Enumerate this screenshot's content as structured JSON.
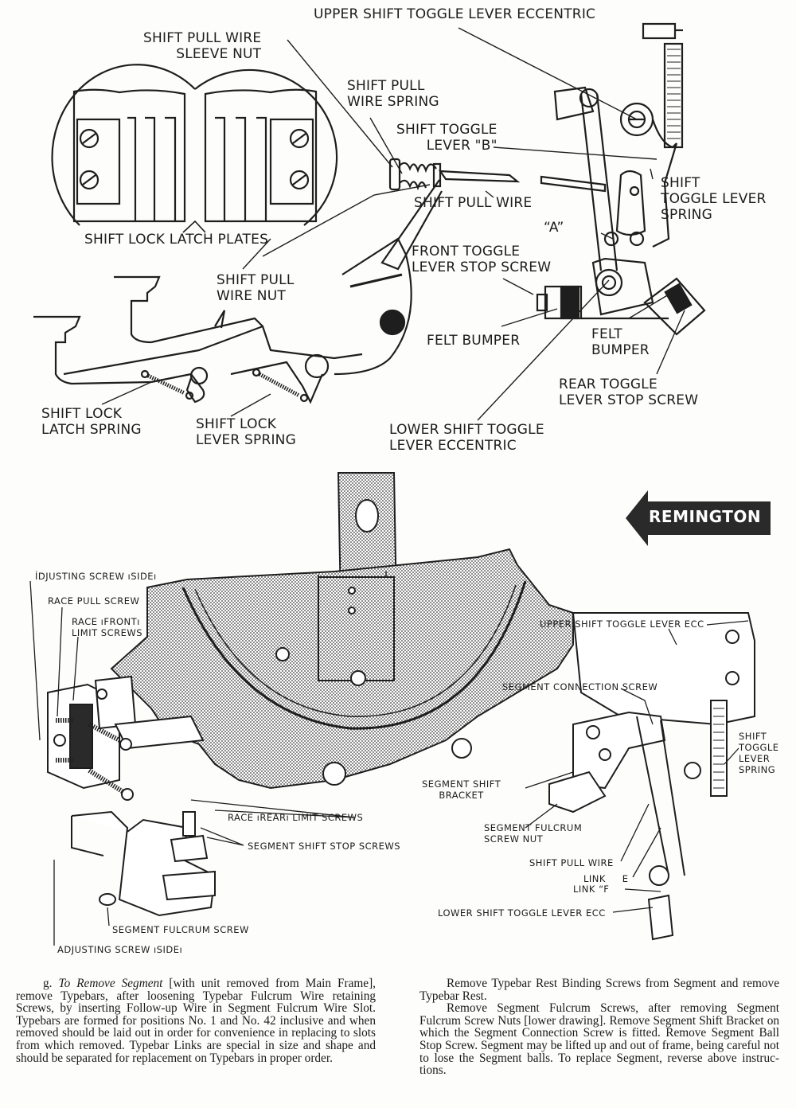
{
  "top_figure": {
    "labels": {
      "upper_eccentric": "UPPER SHIFT TOGGLE LEVER ECCENTRIC",
      "sleeve_nut": "SHIFT PULL WIRE\nSLEEVE NUT",
      "wire_spring": "SHIFT PULL\nWIRE SPRING",
      "toggle_lever_b": "SHIFT TOGGLE\nLEVER \"B\"",
      "pull_wire": "SHIFT PULL WIRE",
      "toggle_lever_spring": "SHIFT\nTOGGLE LEVER\nSPRING",
      "latch_plates": "SHIFT LOCK LATCH PLATES",
      "a_marker": "“A”",
      "front_stop_screw": "FRONT TOGGLE\nLEVER STOP SCREW",
      "pull_wire_nut": "SHIFT PULL\nWIRE NUT",
      "felt_bumper_front": "FELT BUMPER",
      "felt_bumper_rear": "FELT\nBUMPER",
      "rear_stop_screw": "REAR TOGGLE\nLEVER STOP SCREW",
      "latch_spring": "SHIFT LOCK\nLATCH SPRING",
      "lever_spring": "SHIFT LOCK\nLEVER SPRING",
      "lower_eccentric": "LOWER SHIFT TOGGLE\nLEVER ECCENTRIC"
    }
  },
  "bottom_figure": {
    "brand_arrow": "REMINGTON",
    "labels": {
      "adjusting_screw_top": "İDJUSTING SCREW ıSIDEı",
      "race_pull_screw": "RACE PULL SCREW",
      "race_front_limit": "RACE ıFRONTı\nLIMIT SCREWS",
      "upper_ecc": "UPPER SHIFT TOGGLE LEVER ECC",
      "segment_connection_screw": "SEGMENT CONNECTION SCREW",
      "shift_toggle_lever_spring": "SHIFT\nTOGGLE\nLEVER\nSPRING",
      "segment_shift_bracket": "SEGMENT SHIFT\nBRACKET",
      "race_rear_limit": "RACE ıREARı LIMIT SCREWS",
      "segment_shift_stop": "SEGMENT SHIFT STOP SCREWS",
      "segment_fulcrum_nut": "SEGMENT FULCRUM\nSCREW NUT",
      "shift_pull_wire": "SHIFT PULL WIRE",
      "link_e": "LINK     E",
      "link_f": "LINK “F",
      "lower_ecc": "LOWER SHIFT TOGGLE LEVER ECC",
      "segment_fulcrum_screw": "SEGMENT FULCRUM SCREW",
      "adjusting_screw_bottom": "ADJUSTING SCREW ıSIDEı"
    }
  },
  "text": {
    "left": {
      "prefix": "g. ",
      "italic": "To Remove Segment",
      "body": " [with unit removed from Main Frame], remove Typebars, after loosening Typebar Fulcrum Wire retaining Screws, by inserting Follow-up Wire in Seg­ment Fulcrum Wire Slot.  Typebars are formed for positions No. 1 and No. 42 inclusive and when removed should be laid out in order for convenience in replacing to slots from which removed.  Typebar Links are special in size and shape and should be separated for replacement on Typebars in proper order."
    },
    "right": {
      "p1": "Remove Typebar Rest Binding Screws from Segment and remove Typebar Rest.",
      "p2": "Remove Segment Fulcrum Screws, after removing Seg­ment Fulcrum Screw Nuts [lower drawing].  Remove Seg­ment Shift Bracket on which the Segment Connection Screw is fitted.  Remove Segment Ball Stop Screw.  Segment may be lifted up and out of frame, being careful not to lose the Segment balls.  To replace Segment, reverse above instruc­tions."
    }
  }
}
